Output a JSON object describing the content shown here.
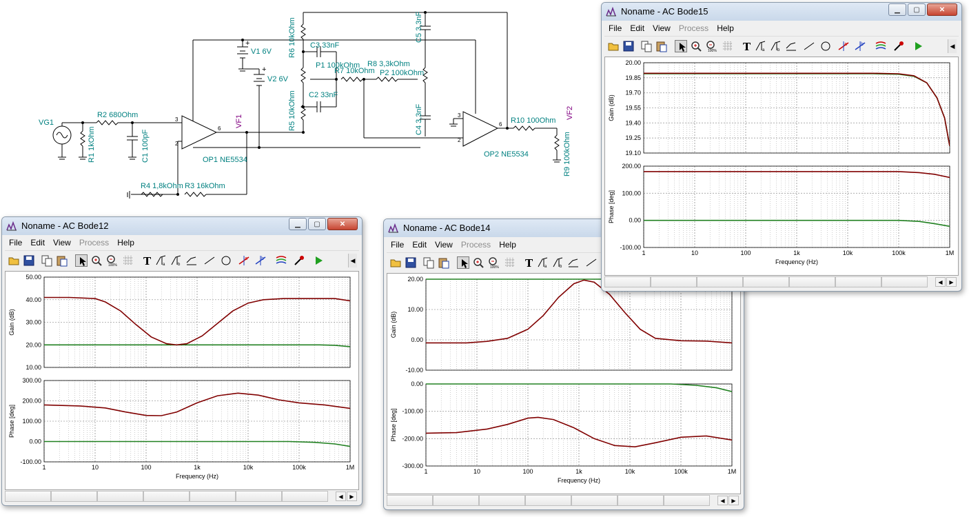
{
  "schematic": {
    "labels": {
      "vg1": "VG1",
      "r2": "R2 680Ohm",
      "r1": "R1 1kOhm",
      "c1": "C1 100pF",
      "v1": "V1 6V",
      "v2": "V2 6V",
      "plus1": "+",
      "plus2": "+",
      "vf1": "VF1",
      "op1": "OP1 NE5534",
      "r4": "R4 1,8kOhm",
      "r3": "R3 16kOhm",
      "r6": "R6 10kOhm",
      "c3": "C3 33nF",
      "p1": "P1 100kOhm",
      "r7": "R7 10kOhm",
      "r8": "R8 3,3kOhm",
      "p2": "P2 100kOhm",
      "c2": "C2 33nF",
      "r5": "R5 10kOhm",
      "c5": "C5 3,3nF",
      "c4": "C4 3,3nF",
      "op2": "OP2 NE5534",
      "r10": "R10 100Ohm",
      "vf2": "VF2",
      "r9": "R9 100kOhm",
      "pin3a": "3",
      "pin2a": "2",
      "pin6a": "6",
      "pin3b": "3",
      "pin2b": "2",
      "pin6b": "6"
    }
  },
  "menu": [
    {
      "label": "File",
      "enabled": true
    },
    {
      "label": "Edit",
      "enabled": true
    },
    {
      "label": "View",
      "enabled": true
    },
    {
      "label": "Process",
      "enabled": false
    },
    {
      "label": "Help",
      "enabled": true
    }
  ],
  "toolbar_icons": [
    "open-folder-icon",
    "save-disk-icon",
    "copy-icon",
    "paste-icon",
    "pointer-arrow-icon",
    "zoom-in-icon",
    "zoom-100-icon",
    "grid-icon",
    "text-tool-icon",
    "cursor-a-icon",
    "cursor-b-icon",
    "cursor-ab-icon",
    "line-tool-icon",
    "circle-tool-icon",
    "marker-a-icon",
    "marker-b-icon",
    "curves-icon",
    "pick-color-icon",
    "run-icon"
  ],
  "windows": [
    {
      "id": "bode12",
      "title": "Noname - AC Bode12",
      "gain": {
        "ylabel": "Gain (dB)",
        "ticks": [
          "50.00",
          "40.00",
          "30.00",
          "20.00",
          "10.00"
        ],
        "yrange": [
          10,
          50
        ],
        "curves": {
          "red": [
            [
              0,
              41
            ],
            [
              0.5,
              41
            ],
            [
              1,
              40.5
            ],
            [
              1.2,
              39
            ],
            [
              1.5,
              35
            ],
            [
              1.8,
              29
            ],
            [
              2.1,
              23.5
            ],
            [
              2.4,
              20.5
            ],
            [
              2.6,
              20
            ],
            [
              2.8,
              20.5
            ],
            [
              3.1,
              24
            ],
            [
              3.4,
              29.5
            ],
            [
              3.7,
              35
            ],
            [
              4.0,
              38.5
            ],
            [
              4.3,
              40
            ],
            [
              4.7,
              40.5
            ],
            [
              5.2,
              40.5
            ],
            [
              5.7,
              40.5
            ],
            [
              6,
              39.5
            ]
          ],
          "green": [
            [
              0,
              20
            ],
            [
              5.4,
              20
            ],
            [
              5.7,
              19.8
            ],
            [
              6,
              19.2
            ]
          ]
        }
      },
      "phase": {
        "ylabel": "Phase [deg]",
        "ticks": [
          "300.00",
          "200.00",
          "100.00",
          "0.00",
          "-100.00"
        ],
        "yrange": [
          -100,
          300
        ],
        "curves": {
          "red": [
            [
              0,
              180
            ],
            [
              0.7,
              175
            ],
            [
              1.2,
              165
            ],
            [
              1.6,
              145
            ],
            [
              2.0,
              128
            ],
            [
              2.3,
              127
            ],
            [
              2.6,
              145
            ],
            [
              3.0,
              190
            ],
            [
              3.4,
              225
            ],
            [
              3.8,
              238
            ],
            [
              4.2,
              228
            ],
            [
              4.6,
              205
            ],
            [
              5.0,
              190
            ],
            [
              5.5,
              180
            ],
            [
              6,
              163
            ]
          ],
          "green": [
            [
              0,
              0
            ],
            [
              4.8,
              0
            ],
            [
              5.3,
              -4
            ],
            [
              5.7,
              -12
            ],
            [
              6,
              -24
            ]
          ]
        }
      },
      "xlabel": "Frequency (Hz)",
      "xticks": [
        "1",
        "10",
        "100",
        "1k",
        "10k",
        "100k",
        "1M"
      ]
    },
    {
      "id": "bode14",
      "title": "Noname - AC Bode14",
      "gain": {
        "ylabel": "Gain (dB)",
        "ticks": [
          "20.00",
          "10.00",
          "0.00",
          "-10.00"
        ],
        "yrange": [
          -10,
          20
        ],
        "curves": {
          "red": [
            [
              0,
              -1
            ],
            [
              0.8,
              -1
            ],
            [
              1.2,
              -0.5
            ],
            [
              1.6,
              0.5
            ],
            [
              2.0,
              3.5
            ],
            [
              2.3,
              8
            ],
            [
              2.6,
              14
            ],
            [
              2.9,
              18.5
            ],
            [
              3.1,
              19.7
            ],
            [
              3.3,
              19
            ],
            [
              3.6,
              15
            ],
            [
              3.9,
              9
            ],
            [
              4.2,
              3.5
            ],
            [
              4.5,
              0.5
            ],
            [
              5.0,
              -0.3
            ],
            [
              5.5,
              -0.4
            ],
            [
              6,
              -1
            ]
          ],
          "green": [
            [
              0,
              20
            ],
            [
              6,
              20
            ]
          ]
        }
      },
      "phase": {
        "ylabel": "Phase [deg]",
        "ticks": [
          "0.00",
          "-100.00",
          "-200.00",
          "-300.00"
        ],
        "yrange": [
          -300,
          0
        ],
        "curves": {
          "red": [
            [
              0,
              -180
            ],
            [
              0.6,
              -178
            ],
            [
              1.2,
              -165
            ],
            [
              1.6,
              -148
            ],
            [
              2.0,
              -125
            ],
            [
              2.2,
              -122
            ],
            [
              2.5,
              -130
            ],
            [
              2.9,
              -160
            ],
            [
              3.3,
              -200
            ],
            [
              3.7,
              -225
            ],
            [
              4.1,
              -230
            ],
            [
              4.5,
              -215
            ],
            [
              5.0,
              -195
            ],
            [
              5.5,
              -190
            ],
            [
              6,
              -205
            ]
          ],
          "green": [
            [
              0,
              0
            ],
            [
              4.8,
              0
            ],
            [
              5.3,
              -5
            ],
            [
              5.7,
              -14
            ],
            [
              6,
              -28
            ]
          ]
        }
      },
      "xlabel": "Frequency (Hz)",
      "xticks": [
        "1",
        "10",
        "100",
        "1k",
        "10k",
        "100k",
        "1M"
      ]
    },
    {
      "id": "bode15",
      "title": "Noname - AC Bode15",
      "gain": {
        "ylabel": "Gain (dB)",
        "ticks": [
          "20.00",
          "19.85",
          "19.70",
          "19.55",
          "19.40",
          "19.25",
          "19.10"
        ],
        "yrange": [
          19.1,
          20.0
        ],
        "curves": {
          "red": [
            [
              0,
              19.895
            ],
            [
              3.0,
              19.895
            ],
            [
              4.5,
              19.895
            ],
            [
              5.0,
              19.89
            ],
            [
              5.3,
              19.87
            ],
            [
              5.55,
              19.8
            ],
            [
              5.75,
              19.65
            ],
            [
              5.9,
              19.45
            ],
            [
              6,
              19.17
            ]
          ],
          "green": [
            [
              0,
              19.89
            ],
            [
              3.0,
              19.89
            ],
            [
              4.5,
              19.89
            ],
            [
              5.0,
              19.885
            ],
            [
              5.3,
              19.865
            ],
            [
              5.55,
              19.8
            ],
            [
              5.75,
              19.65
            ],
            [
              5.9,
              19.45
            ],
            [
              6,
              19.17
            ]
          ]
        }
      },
      "phase": {
        "ylabel": "Phase [deg]",
        "ticks": [
          "200.00",
          "100.00",
          "0.00",
          "-100.00"
        ],
        "yrange": [
          -100,
          200
        ],
        "curves": {
          "red": [
            [
              0,
              180
            ],
            [
              5.0,
              180
            ],
            [
              5.4,
              176
            ],
            [
              5.7,
              170
            ],
            [
              6,
              158
            ]
          ],
          "green": [
            [
              0,
              0
            ],
            [
              5.0,
              0
            ],
            [
              5.4,
              -4
            ],
            [
              5.7,
              -12
            ],
            [
              6,
              -22
            ]
          ]
        }
      },
      "xlabel": "Frequency (Hz)",
      "xticks": [
        "1",
        "10",
        "100",
        "1k",
        "10k",
        "100k",
        "1M"
      ]
    }
  ],
  "colors": {
    "curve_red": "#800000",
    "curve_green": "#208020",
    "schematic_label": "#008080",
    "schematic_wire": "#000000"
  }
}
